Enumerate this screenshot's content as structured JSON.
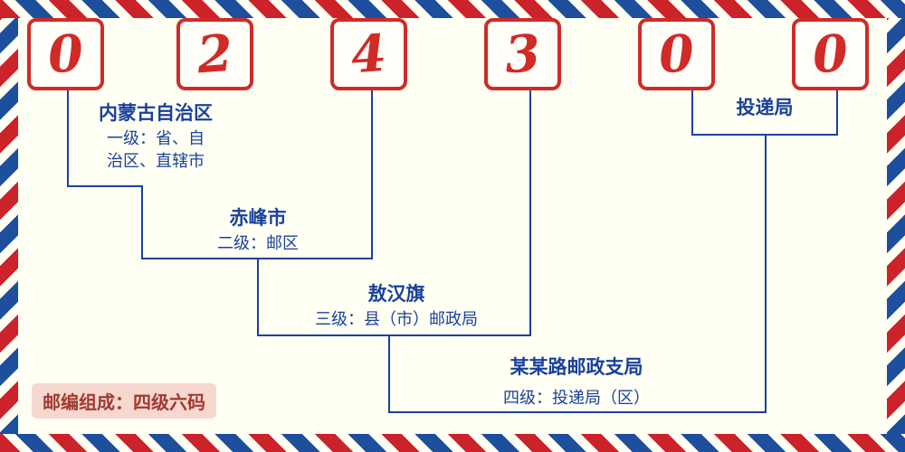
{
  "postal_code": {
    "digits": [
      "0",
      "2",
      "4",
      "3",
      "0",
      "0"
    ]
  },
  "levels": [
    {
      "name": "内蒙古自治区",
      "desc": "一级：省、自治区、直辖市"
    },
    {
      "name": "赤峰市",
      "desc": "二级：邮区"
    },
    {
      "name": "敖汉旗",
      "desc": "三级：县（市）邮政局"
    },
    {
      "name": "某某路邮政支局",
      "desc": "四级：投递局（区）"
    },
    {
      "name": "投递局",
      "desc": ""
    }
  ],
  "footer": {
    "composition_label": "邮编组成：四级六码"
  },
  "colors": {
    "background": "#fffff4",
    "digit_red": "#d02b27",
    "line_blue": "#1a419b",
    "border_red": "#cc2229",
    "border_blue": "#1d4f9c",
    "badge_bg": "#f6d8d0",
    "badge_text": "#a03a30"
  }
}
